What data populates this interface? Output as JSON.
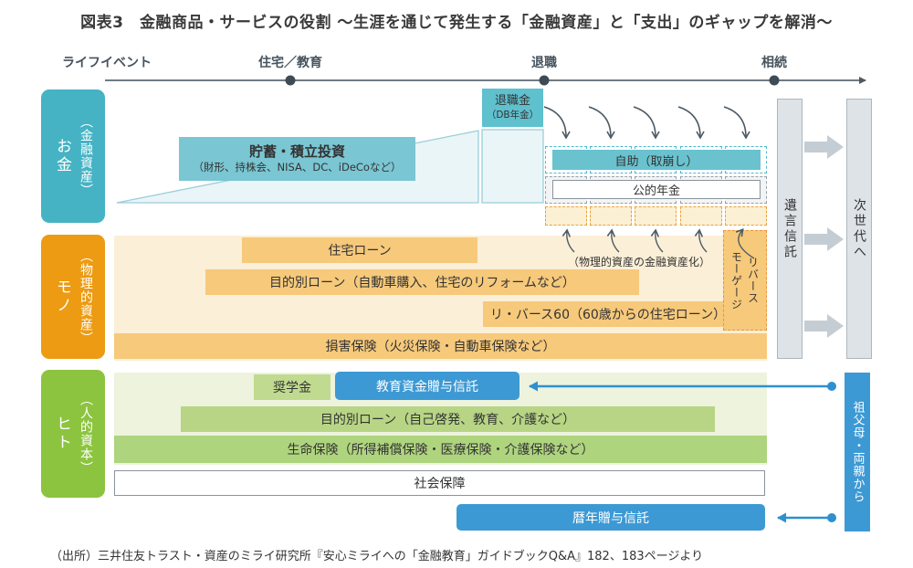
{
  "title": "図表3　金融商品・サービスの役割 ～生涯を通じて発生する「金融資産」と「支出」のギャップを解消～",
  "timeline": {
    "axis_label": "ライフイベント",
    "events": [
      {
        "label": "住宅／教育"
      },
      {
        "label": "退職"
      },
      {
        "label": "相続"
      }
    ]
  },
  "rows": {
    "money": {
      "label": "お金",
      "label_sub": "（金融資産）",
      "savings_title": "貯蓄・積立投資",
      "savings_detail": "（財形、持株会、NISA、DC、iDeCoなど）",
      "retirement_title": "退職金",
      "retirement_detail": "（DB年金）",
      "self_help": "自助（取崩し）",
      "public_pension": "公的年金"
    },
    "goods": {
      "label": "モノ",
      "label_sub": "（物理的資産）",
      "housing_loan": "住宅ローン",
      "purpose_loan": "目的別ローン（自動車購入、住宅のリフォームなど）",
      "reverse60": "リ・バース60（60歳からの住宅ローン）",
      "damage_insurance": "損害保険（火災保険・自動車保険など）",
      "reverse_mortgage_col1": "リバース",
      "reverse_mortgage_col2": "モーゲージ",
      "monetization_note": "（物理的資産の金融資産化）"
    },
    "people": {
      "label": "ヒト",
      "label_sub": "（人的資本）",
      "scholarship": "奨学金",
      "education_trust": "教育資金贈与信託",
      "purpose_loan": "目的別ローン（自己啓発、教育、介護など）",
      "life_insurance": "生命保険（所得補償保険・医療保険・介護保険など）",
      "social_security": "社会保障",
      "calendar_gift_trust": "暦年贈与信託"
    }
  },
  "right_side": {
    "will_trust": "遺言信託",
    "next_generation": "次世代へ",
    "from_grandparents": "祖父母・両親から"
  },
  "source": "（出所）三井住友トラスト・資産のミライ研究所『安心ミライへの「金融教育」ガイドブックQ&A』182、183ページより",
  "colors": {
    "money_teal": "#45B3C4",
    "savings_box_teal": "#7AC6D3",
    "goods_orange": "#EC9B13",
    "bar_orange": "#F6C97B",
    "people_green": "#8CC43F",
    "bar_green": "#B7D584",
    "trust_blue": "#3D99D4",
    "gray_box": "#DEE3E8",
    "line_dark": "#4D5A64"
  }
}
